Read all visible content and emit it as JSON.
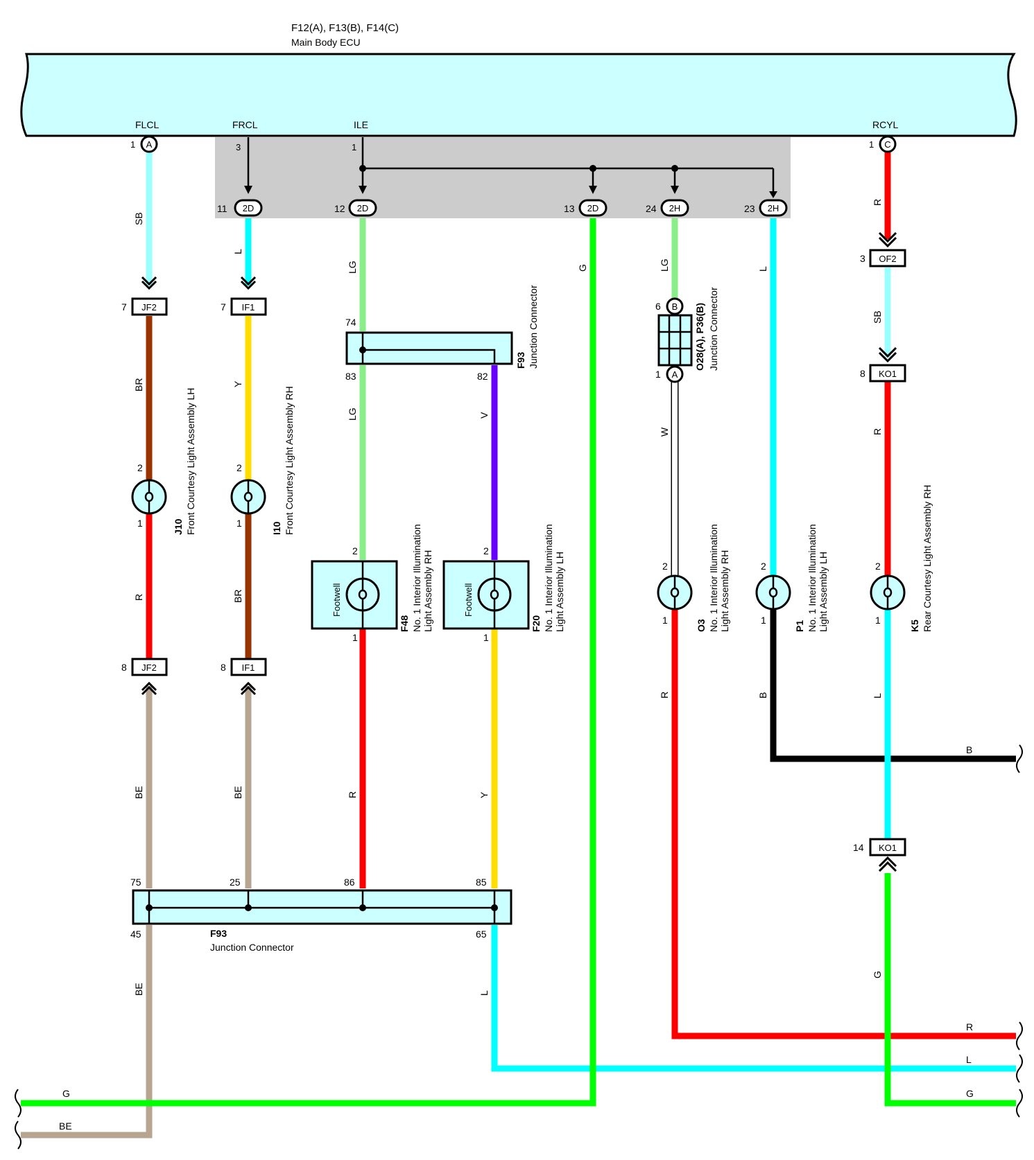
{
  "ecu": {
    "title": "F12(A), F13(B), F14(C)",
    "name": "Main Body ECU",
    "terminals": {
      "flcl": "FLCL",
      "frcl": "FRCL",
      "ile": "ILE",
      "rcyl": "RCYL"
    }
  },
  "pins": {
    "flcl": "1",
    "frcl": "3",
    "ile": "1",
    "rcyl": "1",
    "p11": "11",
    "p12": "12",
    "p13": "13",
    "p24": "24",
    "p23": "23",
    "jf2_top": "7",
    "if1_top": "7",
    "of2": "3",
    "ko1_top": "8",
    "j10_2": "2",
    "j10_1": "1",
    "i10_2": "2",
    "i10_1": "1",
    "jc74": "74",
    "jc83": "83",
    "jc82": "82",
    "f48_2": "2",
    "f48_1": "1",
    "f20_2": "2",
    "f20_1": "1",
    "o28_6": "6",
    "o28_1": "1",
    "o3_2": "2",
    "o3_1": "1",
    "p1_2": "2",
    "p1_1": "1",
    "k5_2": "2",
    "k5_1": "1",
    "jf2_bot": "8",
    "if1_bot": "8",
    "ko1_bot": "14",
    "jc75": "75",
    "jc25": "25",
    "jc86": "86",
    "jc85": "85",
    "jc45": "45",
    "jc65": "65"
  },
  "connectors": {
    "a": "A",
    "c": "C",
    "d2": "2D",
    "h2": "2H",
    "b": "B",
    "jf2": "JF2",
    "if1": "IF1",
    "of2": "OF2",
    "ko1": "KO1"
  },
  "components": {
    "j10_id": "J10",
    "j10_name": "Front Courtesy Light Assembly LH",
    "i10_id": "I10",
    "i10_name": "Front Courtesy Light Assembly RH",
    "f93_id": "F93",
    "f93_name": "Junction Connector",
    "f48_id": "F48",
    "f48_name1": "No. 1 Interior Illumination",
    "f48_name2": "Light Assembly RH",
    "f20_id": "F20",
    "f20_name1": "No. 1 Interior Illumination",
    "f20_name2": "Light Assembly LH",
    "o28_id": "O28(A), P36(B)",
    "o28_name": "Junction Connector",
    "o3_id": "O3",
    "o3_name1": "No. 1 Interior Illumination",
    "o3_name2": "Light Assembly RH",
    "p1_id": "P1",
    "p1_name1": "No. 1 Interior Illumination",
    "p1_name2": "Light Assembly LH",
    "k5_id": "K5",
    "k5_name": "Rear Courtesy Light Assembly RH",
    "footwell": "Footwell"
  },
  "wire_labels": {
    "sb": "SB",
    "l": "L",
    "lg": "LG",
    "g": "G",
    "r": "R",
    "br": "BR",
    "y": "Y",
    "v": "V",
    "w": "W",
    "be": "BE",
    "b": "B"
  },
  "colors": {
    "ecu_fill": "#ccffff",
    "shield": "#cccccc",
    "SB": "#99ffff",
    "L": "#00ffff",
    "LG": "#88ee88",
    "G": "#00ff00",
    "R": "#ff0000",
    "BR": "#993300",
    "Y": "#ffdd00",
    "V": "#6600ff",
    "W": "#ffffff",
    "BE": "#b8a591",
    "B": "#000000"
  }
}
